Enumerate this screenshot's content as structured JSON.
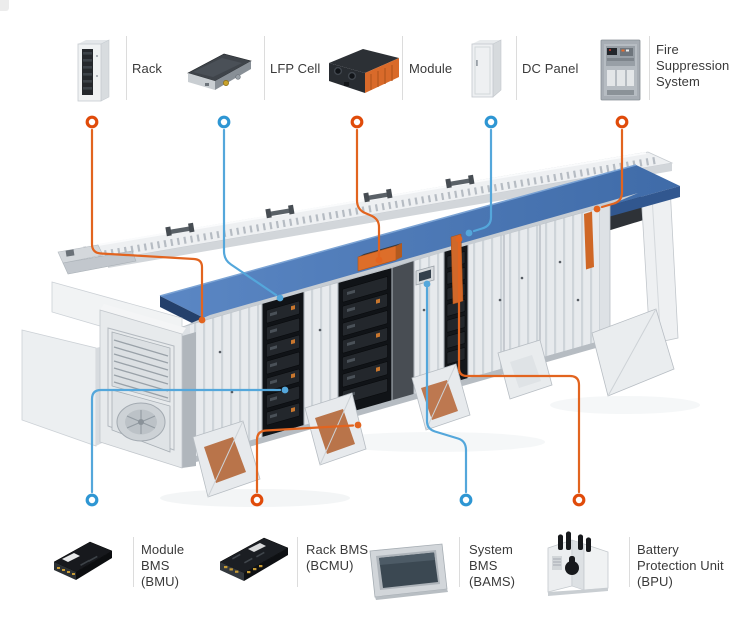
{
  "page": {
    "background": "#ffffff",
    "subject": "Containerized battery energy storage system component diagram"
  },
  "colors": {
    "orange_dot": "#e04b0a",
    "orange_line": "#e2641f",
    "blue_dot": "#2e96d3",
    "blue_line": "#54a7db",
    "roof_blue": "#4a76b2",
    "label_text": "#3a3a3a"
  },
  "top_items": [
    {
      "label": "Rack",
      "dot_color": "orange",
      "icon": "rack-thumbnail"
    },
    {
      "label": "LFP Cell",
      "dot_color": "blue",
      "icon": "lfp-cell-thumbnail"
    },
    {
      "label": "Module",
      "dot_color": "orange",
      "icon": "module-thumbnail"
    },
    {
      "label": "DC Panel",
      "dot_color": "blue",
      "icon": "dc-panel-thumbnail"
    },
    {
      "label": "Fire Suppression System",
      "dot_color": "orange",
      "icon": "fire-suppression-thumbnail"
    }
  ],
  "bottom_items": [
    {
      "label": "Module BMS (BMU)",
      "dot_color": "blue",
      "icon": "module-bms-thumbnail"
    },
    {
      "label": "Rack BMS (BCMU)",
      "dot_color": "orange",
      "icon": "rack-bms-thumbnail"
    },
    {
      "label": "System BMS (BAMS)",
      "dot_color": "blue",
      "icon": "system-bms-thumbnail"
    },
    {
      "label": "Battery Protection Unit (BPU)",
      "dot_color": "orange",
      "icon": "bpu-thumbnail"
    }
  ]
}
